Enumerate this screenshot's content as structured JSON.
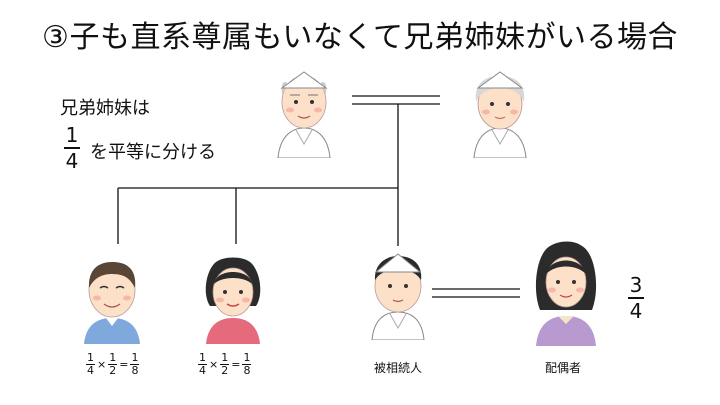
{
  "title": "③子も直系尊属もいなくて兄弟姉妹がいる場合",
  "note": {
    "line1": "兄弟姉妹は",
    "frac_num": "1",
    "frac_den": "4",
    "rest": "を平等に分ける"
  },
  "children": [
    {
      "a_num": "1",
      "a_den": "4",
      "op1": "×",
      "b_num": "1",
      "b_den": "2",
      "op2": "=",
      "c_num": "1",
      "c_den": "8"
    },
    {
      "a_num": "1",
      "a_den": "4",
      "op1": "×",
      "b_num": "1",
      "b_den": "2",
      "op2": "=",
      "c_num": "1",
      "c_den": "8"
    }
  ],
  "deceased_label": "被相続人",
  "spouse_label": "配偶者",
  "spouse_share": {
    "num": "3",
    "den": "4"
  },
  "colors": {
    "line": "#111111",
    "skin": "#fde0c8",
    "cloth_white": "#ffffff",
    "brother_shirt": "#7fa8dc",
    "sister_shirt": "#e46a7c",
    "spouse_shirt": "#b89ad0",
    "hair_dark": "#2b2b2b",
    "hair_brown": "#5a4636"
  },
  "icons": [
    "deceased-grandfather-icon",
    "deceased-grandmother-icon",
    "brother-icon",
    "sister-icon",
    "deceased-person-icon",
    "spouse-icon"
  ]
}
